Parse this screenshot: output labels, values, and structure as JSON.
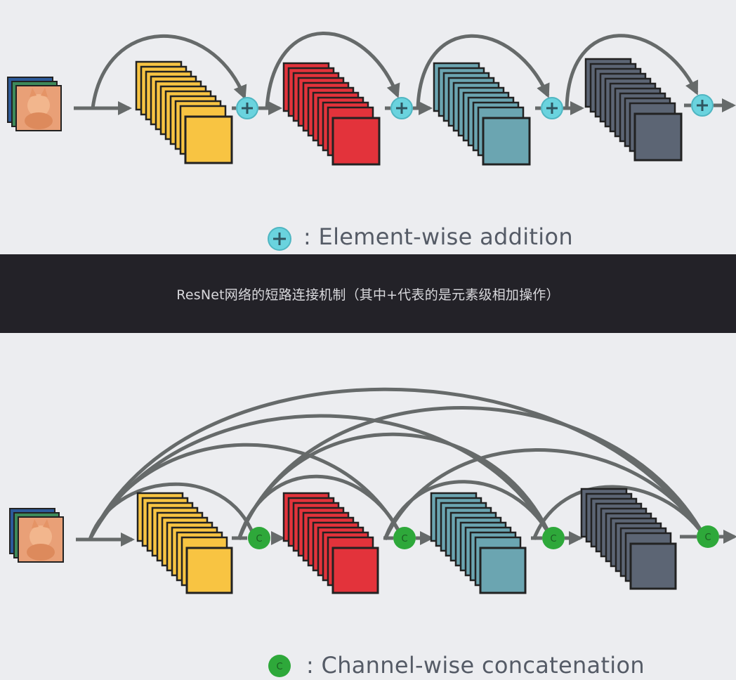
{
  "resnet": {
    "legend_symbol": "+",
    "legend_text": ": Element-wise addition"
  },
  "caption": "ResNet网络的短路连接机制（其中+代表的是元素级相加操作）",
  "densenet": {
    "legend_symbol": "C",
    "legend_text": ": Channel-wise concatenation"
  },
  "colors": {
    "yellow": "#f8c442",
    "red": "#e3333b",
    "teal": "#6ba5b1",
    "slate": "#5c6574",
    "arrow": "#666a6a",
    "add_node": "#6ad3de",
    "concat_node": "#2ea83a",
    "caption_bg": "#232228"
  }
}
